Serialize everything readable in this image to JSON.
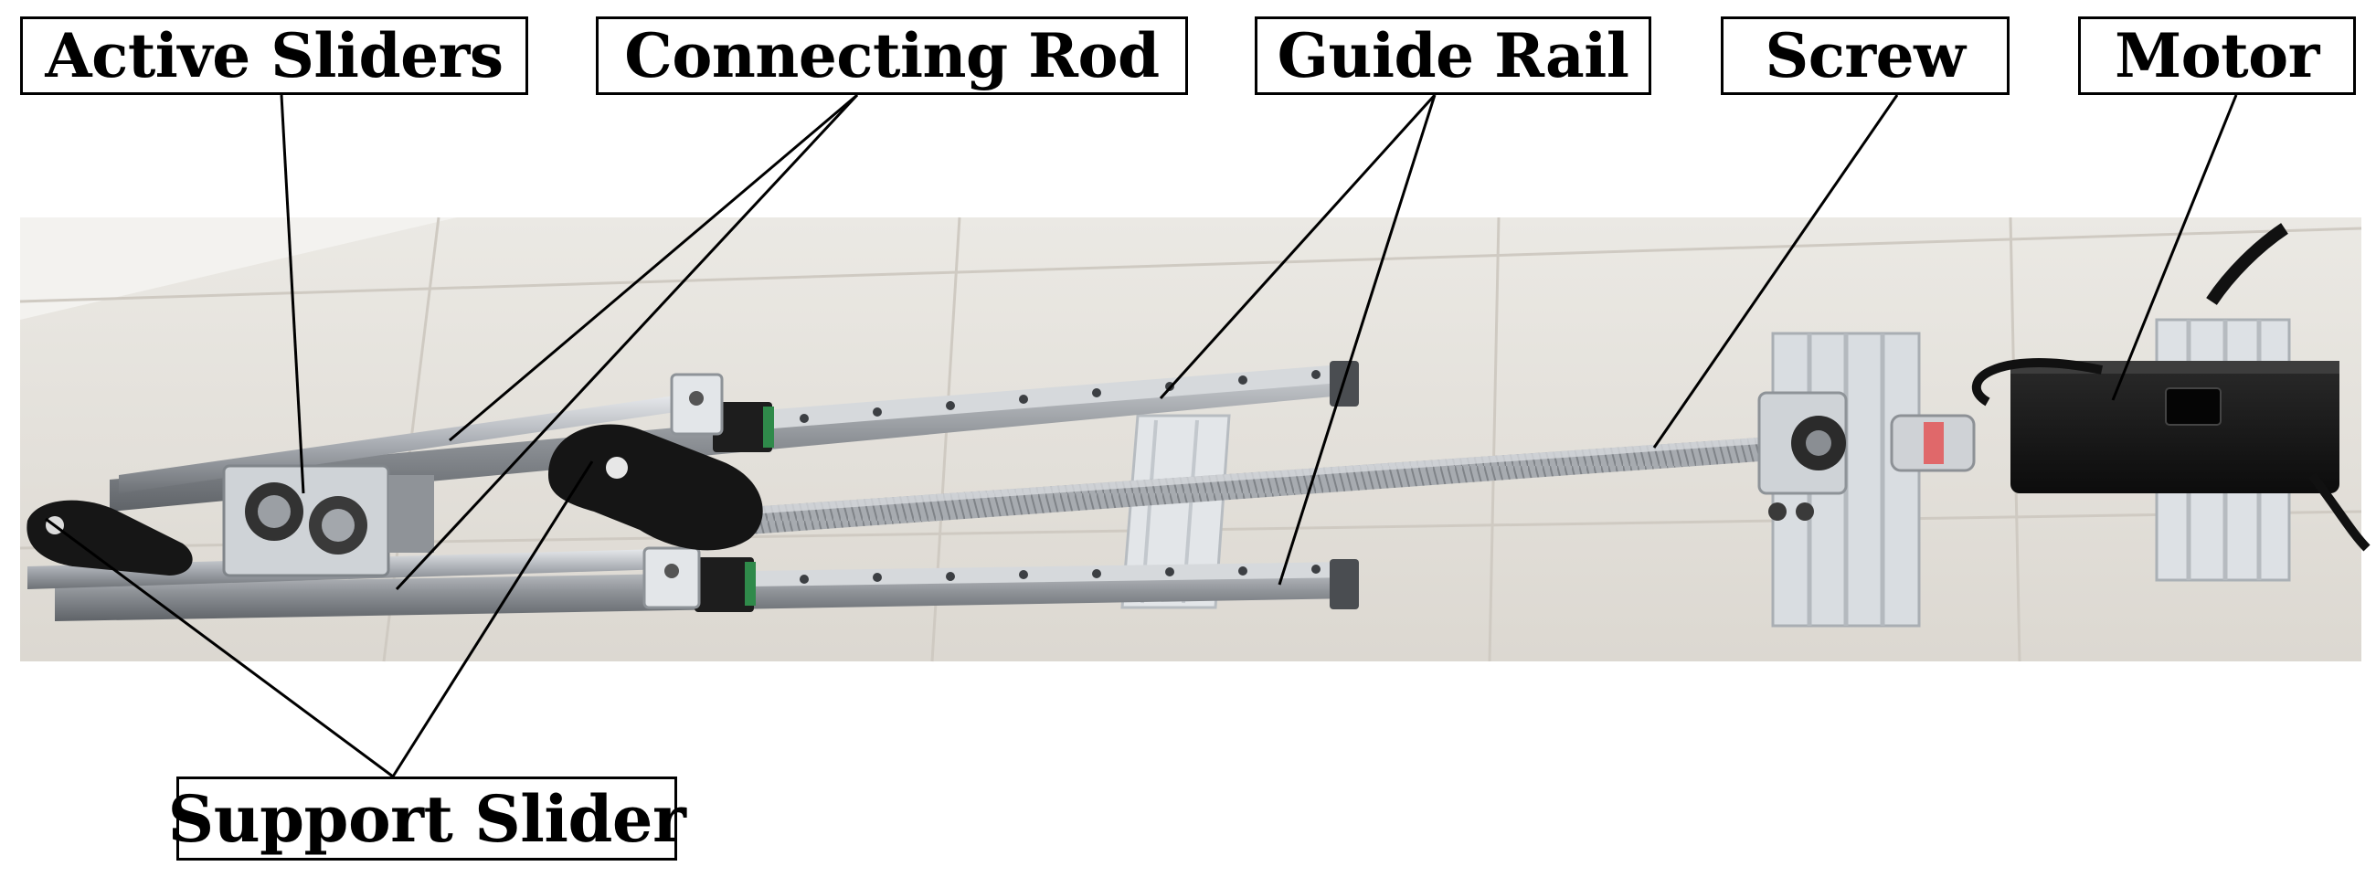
{
  "labels": {
    "active_sliders": "Active Sliders",
    "connecting_rod": "Connecting Rod",
    "guide_rail": "Guide Rail",
    "screw": "Screw",
    "motor": "Motor",
    "support_slider": "Support Slider"
  },
  "colors": {
    "floor": "#e4e1db",
    "rail": "#a9adb2",
    "rod_steel": "#c9ccd0",
    "bracket": "#141414",
    "motor_body": "#1a1a1a",
    "coupling_accent": "#e0686a",
    "profile_aluminum": "#d9dde1",
    "leader_line": "#000000"
  }
}
